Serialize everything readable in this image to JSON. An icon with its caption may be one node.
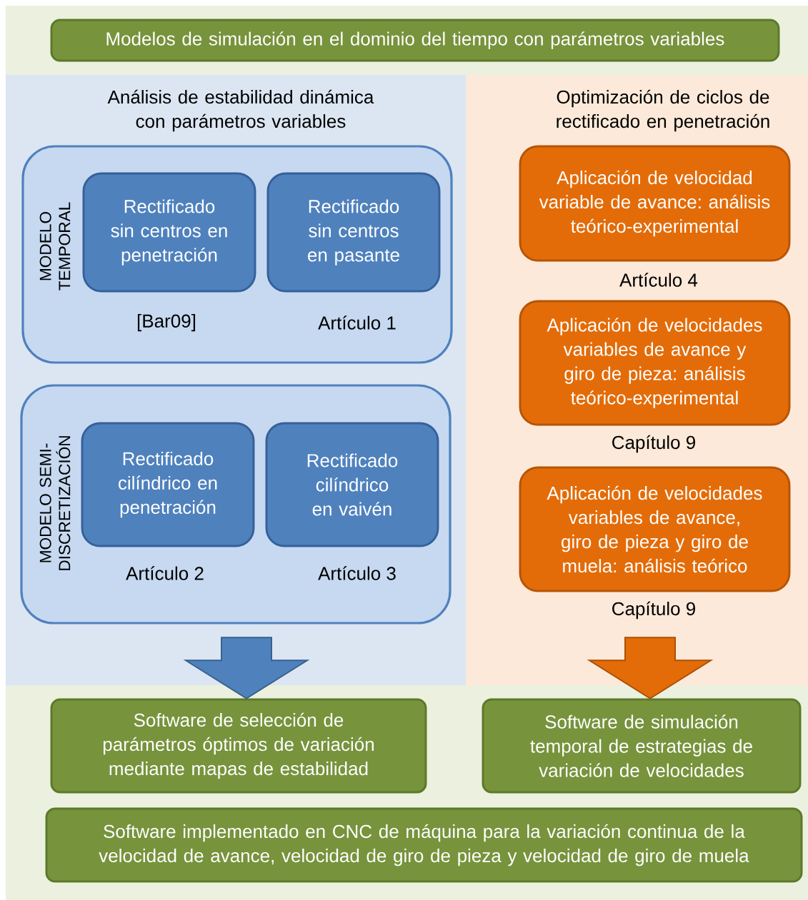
{
  "diagram": {
    "nodes": [
      {
        "text": [
          "Modelos de simulación en el dominio del tiempo con parámetros variables"
        ]
      },
      {
        "text": [
          "Análisis de estabilidad dinámica con parámetros variables"
        ]
      },
      {
        "text": [
          "MODELO TEMPORAL"
        ],
        "in": 1
      },
      {
        "text": [
          "Rectificado sin centros en penetración"
        ],
        "in": 2,
        "beside": [
          "[Bar09]"
        ]
      },
      {
        "text": [
          "Rectificado sin centros en pasante"
        ],
        "in": 2,
        "beside": [
          "Artículo 1"
        ]
      },
      {
        "text": [
          "MODELO SEMI-DISCRETIZACIÓN"
        ],
        "in": 1
      },
      {
        "text": [
          "Rectificado cilíndrico en penetración"
        ],
        "in": 5,
        "beside": [
          "Artículo 2"
        ]
      },
      {
        "text": [
          "Rectificado cilíndrico en vaivén"
        ],
        "in": 5,
        "beside": [
          "Artículo 3"
        ]
      },
      {
        "text": [
          "Optimización de ciclos de rectificado en penetración"
        ]
      },
      {
        "text": [
          "Aplicación de velocidad variable de avance: análisis teórico-experimental"
        ],
        "in": 8,
        "beside": [
          "Artículo 4"
        ]
      },
      {
        "text": [
          "Aplicación de velocidades variables de avance y giro de pieza: análisis teórico-experimental"
        ],
        "in": 8,
        "beside": [
          "Capítulo 9"
        ]
      },
      {
        "text": [
          "Aplicación de velocidades variables de avance, giro de pieza y giro de muela: análisis teórico"
        ],
        "in": 8,
        "beside": [
          "Capítulo 9"
        ]
      },
      {
        "text": [
          "Software de selección de parámetros óptimos de variación mediante mapas de estabilidad"
        ]
      },
      {
        "text": [
          "Software de simulación temporal de estrategias de variación de velocidades"
        ]
      },
      {
        "text": [
          "Software implementado en CNC de máquina para la variación continua de la velocidad de avance, velocidad de giro de pieza y velocidad de giro de muela"
        ]
      }
    ],
    "edges": [
      {
        "from": 1,
        "to": 12,
        "arrow": "to",
        "style": "thick",
        "color": "#4f81bd"
      },
      {
        "from": 8,
        "to": 13,
        "arrow": "to",
        "style": "thick",
        "color": "#e36c09"
      }
    ]
  }
}
